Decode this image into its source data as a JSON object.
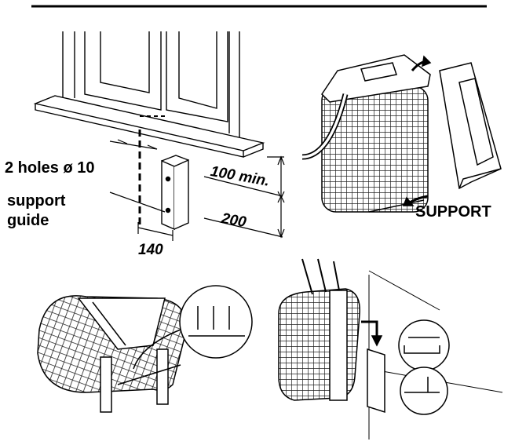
{
  "labels": {
    "holes": "2 holes ø 10",
    "support_guide_line1": "support",
    "support_guide_line2": "guide",
    "dim_100": "100 min.",
    "dim_200": "200",
    "dim_140": "140",
    "support": "SUPPORT"
  },
  "colors": {
    "ink": "#000000",
    "paper": "#ffffff",
    "grid_shade": "#444444"
  }
}
